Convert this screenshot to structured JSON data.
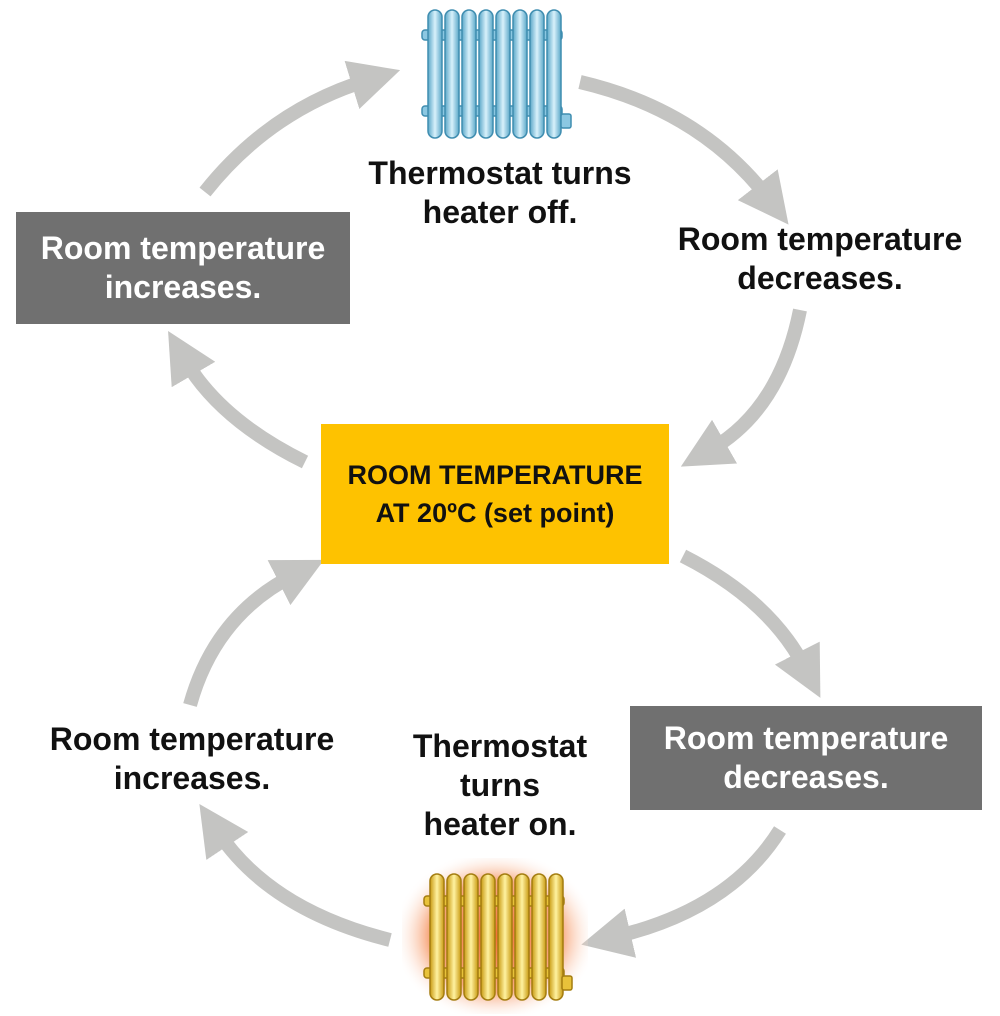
{
  "colors": {
    "arrow": "#c4c4c2",
    "gray_box": "#707070",
    "center_box": "#fec200",
    "cold_radiator": "#9fd4ea",
    "hot_radiator": "#f0cf3c",
    "hot_glow": "#f26a2a"
  },
  "icons": {
    "top": "cold-radiator-icon",
    "bottom": "hot-radiator-icon"
  },
  "diagram": {
    "center": {
      "line1": "ROOM TEMPERATURE",
      "line2": "AT 20ºC (set point)"
    },
    "top_left_box": {
      "line1": "Room temperature",
      "line2": "increases."
    },
    "top_label": {
      "line1": "Thermostat turns",
      "line2": "heater off."
    },
    "top_right_label": {
      "line1": "Room temperature",
      "line2": "decreases."
    },
    "bottom_left_label": {
      "line1": "Room temperature",
      "line2": "increases."
    },
    "bottom_label": {
      "line1": "Thermostat",
      "line2": "turns",
      "line3": "heater on."
    },
    "bottom_right_box": {
      "line1": "Room temperature",
      "line2": "decreases."
    }
  }
}
